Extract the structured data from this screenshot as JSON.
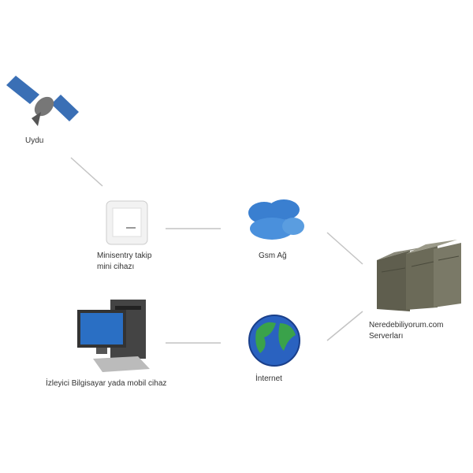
{
  "nodes": {
    "satellite": {
      "label": "Uydu"
    },
    "tracker": {
      "label_line1": "Minisentry takip",
      "label_line2": "mini cihazı"
    },
    "gsm": {
      "label": "Gsm Ağ"
    },
    "viewer": {
      "label": "İzleyici Bilgisayar yada mobil cihaz"
    },
    "internet": {
      "label": "İnternet"
    },
    "servers": {
      "label_line1": "Neredebiliyorum.com",
      "label_line2": "Serverları"
    }
  },
  "colors": {
    "line": "#bbbbbb",
    "cloud": "#3a7fd0",
    "server": "#6b6a58",
    "screen": "#2a6fc4"
  }
}
